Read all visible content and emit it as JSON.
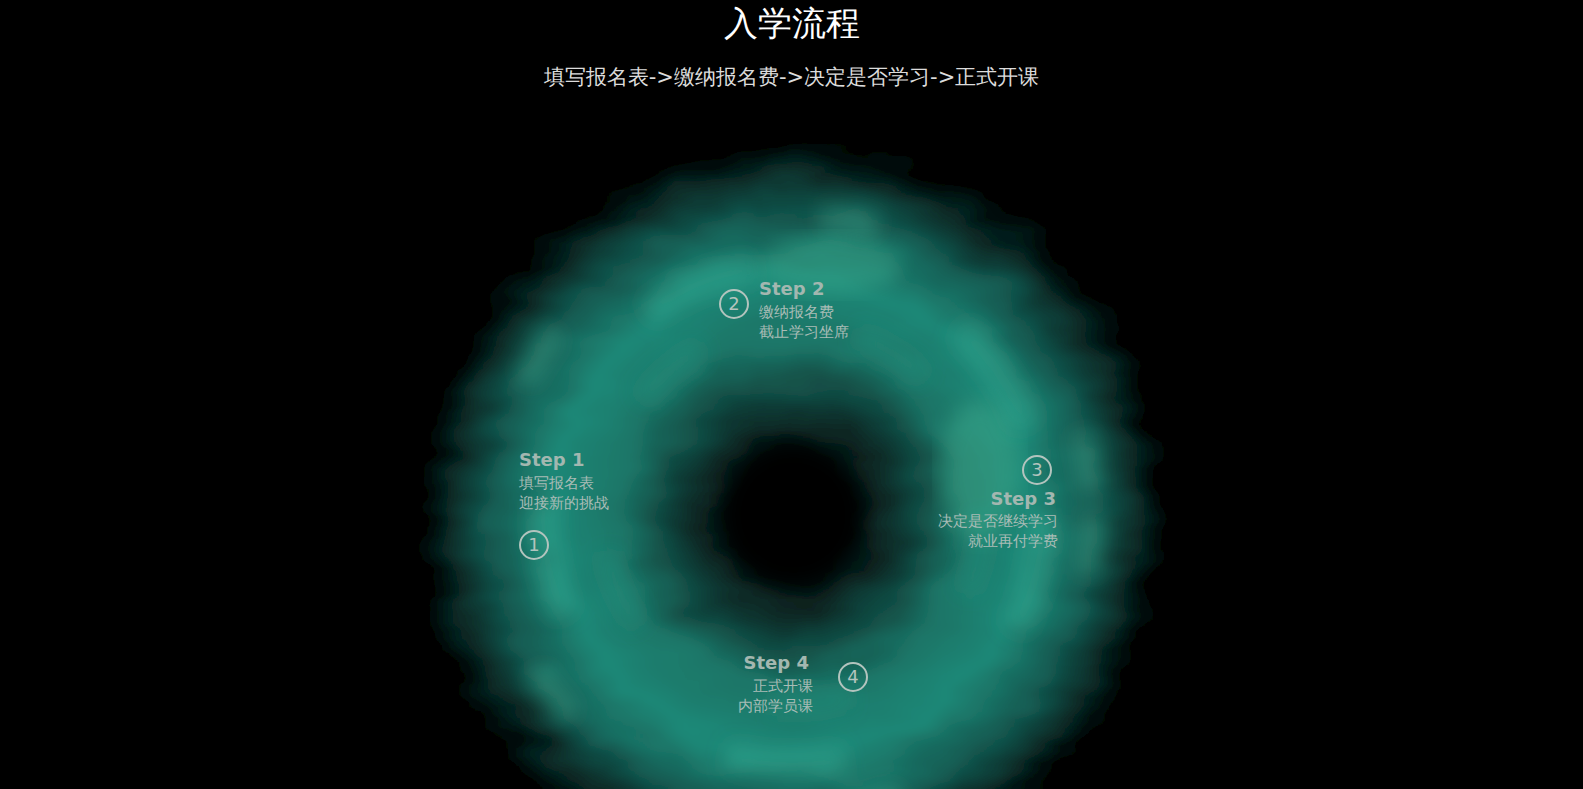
{
  "diagram": {
    "title": "入学流程",
    "nodes": [
      {
        "text": [
          "Step 1",
          "填写报名表",
          "迎接新的挑战",
          "1"
        ]
      },
      {
        "text": [
          "2",
          "Step 2",
          "缴纳报名费",
          "截止学习坐席"
        ]
      },
      {
        "text": [
          "3",
          "Step 3",
          "决定是否继续学习",
          "就业再付学费"
        ]
      },
      {
        "text": [
          "Step 4",
          "正式开课",
          "内部学员课",
          "4"
        ]
      }
    ],
    "labels": [
      "填写报名表->缴纳报名费->决定是否学习->正式开课"
    ]
  }
}
